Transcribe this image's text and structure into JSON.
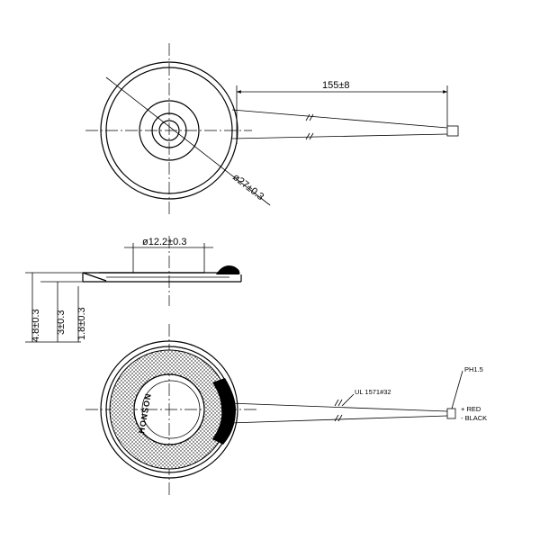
{
  "top_view": {
    "cable_length_dim": "155±8",
    "outer_diameter_dim": "ø27±0.3"
  },
  "side_view": {
    "cone_diameter_dim": "ø12.2±0.3",
    "total_height_dim": "4.8±0.3",
    "frame_height_dim": "3±0.3",
    "rim_height_dim": "1.8±0.3"
  },
  "bottom_view": {
    "brand_text": "HONSON",
    "wire_spec": "UL 1571#32",
    "connector": "PH1.5",
    "positive_label": "+ RED",
    "negative_label": "- BLACK"
  }
}
